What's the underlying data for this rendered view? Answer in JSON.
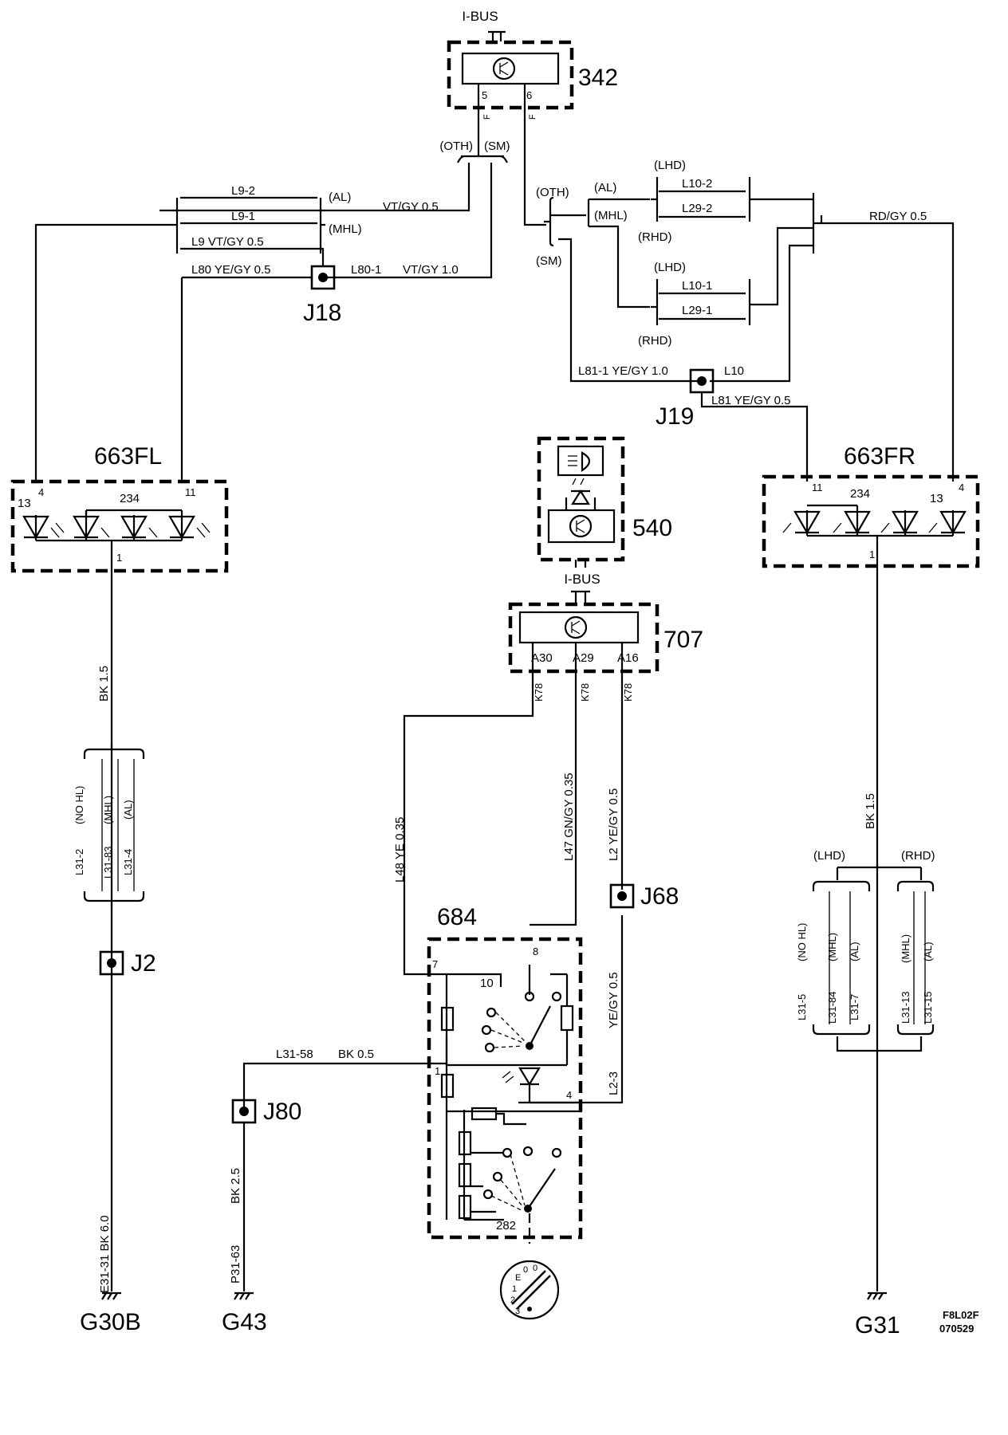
{
  "components": {
    "c342": {
      "id": "342",
      "bus": "I-BUS",
      "pin_a": "5",
      "pin_b": "6",
      "f_a": "F",
      "f_b": "F"
    },
    "c540": {
      "id": "540"
    },
    "c707": {
      "id": "707",
      "bus": "I-BUS",
      "pins": [
        "A30",
        "A29",
        "A16"
      ],
      "pin_tags": [
        "K78",
        "K78",
        "K78"
      ]
    },
    "c663fl": {
      "id": "663FL",
      "pins": {
        "p13": "13",
        "p4": "4",
        "p234": "234",
        "p11": "11",
        "p1": "1"
      }
    },
    "c663fr": {
      "id": "663FR",
      "pins": {
        "p11": "11",
        "p234": "234",
        "p13": "13",
        "p4": "4",
        "p1": "1"
      }
    },
    "c684": {
      "id": "684",
      "pins": {
        "p7": "7",
        "p8": "8",
        "p10": "10",
        "p1": "1",
        "p4": "4"
      },
      "sub": "282"
    },
    "switch_dial": {
      "digits": [
        "0",
        "0",
        "1",
        "2",
        "3",
        "E"
      ]
    }
  },
  "junctions": {
    "j18": "J18",
    "j19": "J19",
    "j2": "J2",
    "j68": "J68",
    "j80": "J80"
  },
  "grounds": {
    "g30b": "G30B",
    "g43": "G43",
    "g31": "G31"
  },
  "variants": {
    "oth": "(OTH)",
    "sm": "(SM)",
    "al": "(AL)",
    "mhl": "(MHL)",
    "lhd": "(LHD)",
    "rhd": "(RHD)",
    "nohl": "(NO HL)"
  },
  "wires": {
    "l9_2": "L9-2",
    "l9_1": "L9-1",
    "vtgy05": "VT/GY  0.5",
    "l9": "L9  VT/GY  0.5",
    "l80": "L80  YE/GY  0.5",
    "l80_1": "L80-1",
    "vtgy10": "VT/GY  1.0",
    "l10_2": "L10-2",
    "l29_2": "L29-2",
    "l10_1": "L10-1",
    "l29_1": "L29-1",
    "rdgy": "RD/GY  0.5",
    "l81_1": "L81-1  YE/GY  1.0",
    "l10": "L10",
    "l81": "L81  YE/GY  0.5",
    "bk15": "BK  1.5",
    "l31_2": "L31-2",
    "l31_83": "L31-83",
    "l31_4": "L31-4",
    "e31_31": "E31-31  BK  6.0",
    "l48": "L48  YE  0.35",
    "l47": "L47  GN/GY  0.35",
    "l2": "L2  YE/GY  0.5",
    "l2_3": "L2-3",
    "yegy05": "YE/GY  0.5",
    "l31_58": "L31-58",
    "bk05": "BK  0.5",
    "bk25": "BK  2.5",
    "p31_63": "P31-63",
    "l31_5": "L31-5",
    "l31_84": "L31-84",
    "l31_7": "L31-7",
    "l31_13": "L31-13",
    "l31_15": "L31-15"
  },
  "footer": {
    "code": "F8L02F",
    "date": "070529"
  }
}
